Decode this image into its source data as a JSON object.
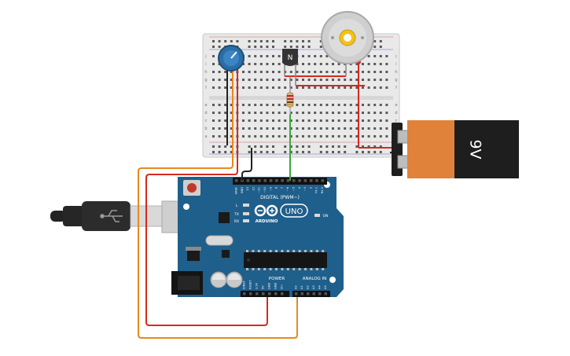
{
  "board": {
    "brand": "ARDUINO",
    "model": "UNO",
    "digital_header_label": "DIGITAL (PWM~)",
    "power_label": "POWER",
    "analog_label": "ANALOG IN",
    "on_label": "ON",
    "led_l": "L",
    "led_tx": "TX",
    "led_rx": "RX",
    "digital_pins": [
      "AREF",
      "GND",
      "13",
      "12",
      "~11",
      "~10",
      "~9",
      "8",
      "7",
      "~6",
      "~5",
      "4",
      "~3",
      "2",
      "TX 1",
      "RX 0"
    ],
    "power_pins": [
      "IOREF",
      "RESET",
      "3.3V",
      "5V",
      "GND",
      "GND",
      "Vin"
    ],
    "analog_pins": [
      "A0",
      "A1",
      "A2",
      "A3",
      "A4",
      "A5"
    ]
  },
  "battery": {
    "label": "9V"
  },
  "transistor": {
    "label": "N"
  },
  "breadboard": {
    "row_letters_top": [
      "j",
      "i",
      "h",
      "g",
      "f"
    ],
    "row_letters_bottom": [
      "e",
      "d",
      "c",
      "b",
      "a"
    ],
    "column_count": 30
  },
  "colors": {
    "board_blue": "#1f5f8b",
    "board_dark": "#174a6e",
    "wire_orange": "#e8891c",
    "wire_red": "#d42a1f",
    "wire_black": "#222222",
    "wire_green": "#3aa83a",
    "battery_orange": "#e0823a",
    "battery_black": "#1e1e1e",
    "breadboard_bg": "#e8e8e8"
  }
}
